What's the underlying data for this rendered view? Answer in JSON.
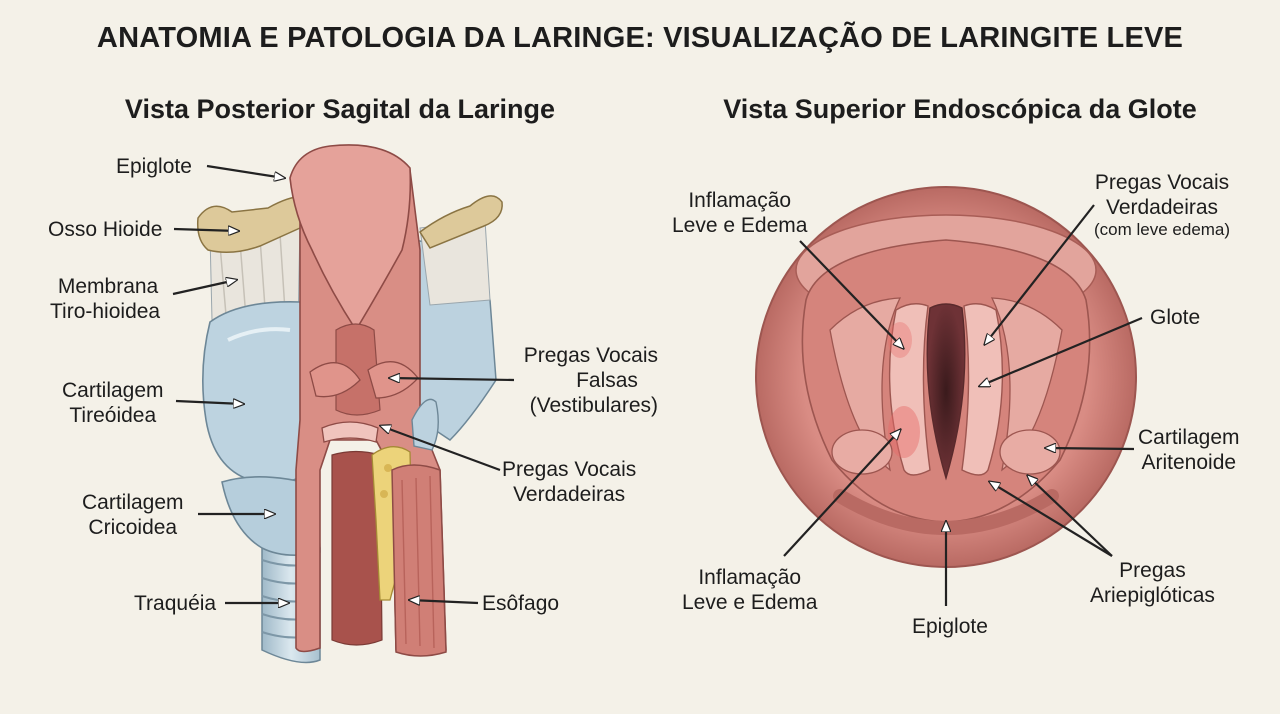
{
  "title": "ANATOMIA E PATOLOGIA DA LARINGE: VISUALIZAÇÃO DE LARINGITE LEVE",
  "left_panel": {
    "title": "Vista Posterior Sagital da Laringe",
    "labels": {
      "epiglote": "Epiglote",
      "osso_hioide": "Osso Hioide",
      "membrana_1": "Membrana",
      "membrana_2": "Tiro-hioidea",
      "tireoidea_1": "Cartilagem",
      "tireoidea_2": "Tireóidea",
      "cricoidea_1": "Cartilagem",
      "cricoidea_2": "Cricoidea",
      "traqueia": "Traquéia",
      "falsas_1": "Pregas Vocais",
      "falsas_2": "Falsas",
      "falsas_3": "(Vestibulares)",
      "verdadeiras_1": "Pregas Vocais",
      "verdadeiras_2": "Verdadeiras",
      "esofago": "Esôfago"
    }
  },
  "right_panel": {
    "title": "Vista Superior Endoscópica da Glote",
    "labels": {
      "inflam_top_1": "Inflamação",
      "inflam_top_2": "Leve e Edema",
      "pregas_1": "Pregas Vocais",
      "pregas_2": "Verdadeiras",
      "pregas_3": "(com leve edema)",
      "glote": "Glote",
      "aritenoide_1": "Cartilagem",
      "aritenoide_2": "Aritenoide",
      "ariepi_1": "Pregas",
      "ariepi_2": "Ariepiglóticas",
      "epiglote": "Epiglote",
      "inflam_bot_1": "Inflamação",
      "inflam_bot_2": "Leve e Edema"
    }
  },
  "colors": {
    "background": "#f4f1e8",
    "muscle": "#d98e85",
    "cartilage": "#b9cfdc",
    "bone": "#ddc99a",
    "mucosa": "#e3a29b"
  }
}
